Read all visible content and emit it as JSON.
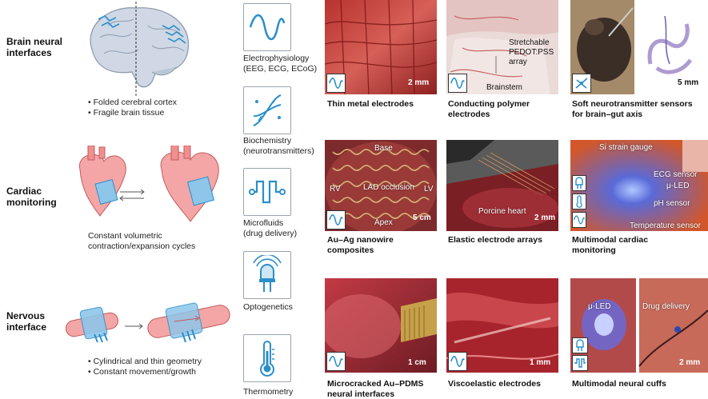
{
  "rows": [
    {
      "label_line1": "Brain neural",
      "label_line2": "interfaces",
      "notes": [
        "• Folded cerebral cortex",
        "• Fragile brain tissue"
      ]
    },
    {
      "label_line1": "Cardiac",
      "label_line2": "monitoring",
      "notes": [
        "Constant volumetric",
        "contraction/expansion cycles"
      ]
    },
    {
      "label_line1": "Nervous",
      "label_line2": "interface",
      "notes": [
        "• Cylindrical and thin geometry",
        "• Constant movement/growth"
      ]
    }
  ],
  "modalities": [
    {
      "line1": "Electrophysiology",
      "line2": "(EEG, ECG, ECoG)",
      "icon": "waveform-icon"
    },
    {
      "line1": "Biochemistry",
      "line2": "(neurotransmitters)",
      "icon": "dna-icon"
    },
    {
      "line1": "Microfluids",
      "line2": "(drug delivery)",
      "icon": "microfluidic-channel-icon"
    },
    {
      "line1": "Optogenetics",
      "line2": "",
      "icon": "led-icon"
    },
    {
      "line1": "Thermometry",
      "line2": "",
      "icon": "thermometer-icon"
    }
  ],
  "panels": [
    {
      "cap1": "Thin metal electrodes",
      "cap2": "",
      "scale": "2 mm",
      "labels": []
    },
    {
      "cap1": "Conducting polymer",
      "cap2": "electrodes",
      "scale": "",
      "labels": [
        "Stretchable",
        "PEDOT:PSS",
        "array",
        "Brainstem"
      ]
    },
    {
      "cap1": "Soft neurotransmitter sensors",
      "cap2": "for brain–gut axis",
      "scale": "5 mm",
      "labels": []
    },
    {
      "cap1": "Au–Ag nanowire",
      "cap2": "composites",
      "scale": "5 cm",
      "labels": [
        "Base",
        "RV",
        "LAD occlusion",
        "LV",
        "Apex"
      ]
    },
    {
      "cap1": "Elastic electrode arrays",
      "cap2": "",
      "scale": "2 mm",
      "labels": [
        "Porcine heart"
      ]
    },
    {
      "cap1": "Multimodal cardiac",
      "cap2": "monitoring",
      "scale": "",
      "labels": [
        "Si strain gauge",
        "ECG sensor",
        "μ-LED",
        "pH sensor",
        "Temperature sensor"
      ]
    },
    {
      "cap1": "Microcracked Au–PDMS",
      "cap2": "neural interfaces",
      "scale": "1 cm",
      "labels": []
    },
    {
      "cap1": "Viscoelastic electrodes",
      "cap2": "",
      "scale": "1 mm",
      "labels": []
    },
    {
      "cap1": "Multimodal neural cuffs",
      "cap2": "",
      "scale": "2 mm",
      "labels": [
        "μ-LED",
        "Drug delivery"
      ]
    }
  ],
  "colors": {
    "accent_blue": "#2b8fc9",
    "organ_pink": "#f4a6a6",
    "tissue_red": "#b5303a"
  }
}
